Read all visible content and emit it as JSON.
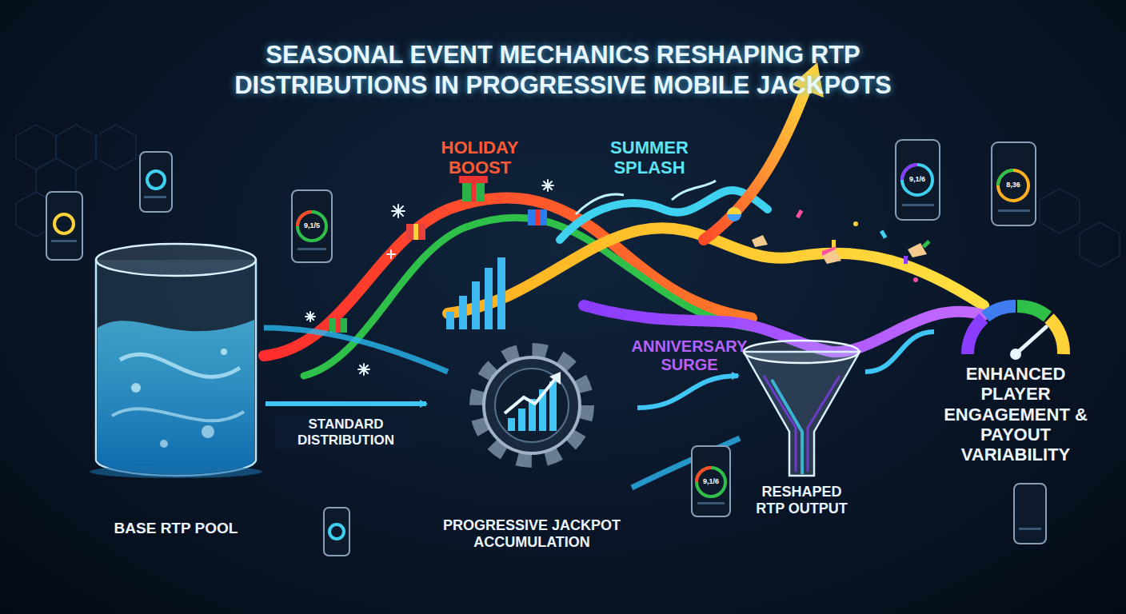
{
  "diagram": {
    "title": "SEASONAL EVENT MECHANICS RESHAPING RTP DISTRIBUTIONS IN PROGRESSIVE MOBILE JACKPOTS",
    "nodes": [
      {
        "text": [
          "BASE RTP POOL"
        ]
      },
      {
        "text": [
          "PROGRESSIVE JACKPOT ACCUMULATION"
        ]
      },
      {
        "text": [
          "RESHAPED RTP OUTPUT"
        ]
      },
      {
        "text": [
          "ENHANCED PLAYER ENGAGEMENT & PAYOUT VARIABILITY"
        ]
      }
    ],
    "edges": [
      {
        "from": 0,
        "to": 1,
        "label": "STANDARD DISTRIBUTION",
        "arrow": "to"
      },
      {
        "from": 1,
        "to": 2,
        "arrow": "to"
      },
      {
        "from": 2,
        "to": 3,
        "arrow": "none"
      }
    ],
    "labels": [
      "HOLIDAY BOOST",
      "SUMMER SPLASH",
      "ANNIVERSARY SURGE",
      "9,1/5",
      "9,1/6",
      "8,36",
      "9,1/6"
    ]
  }
}
